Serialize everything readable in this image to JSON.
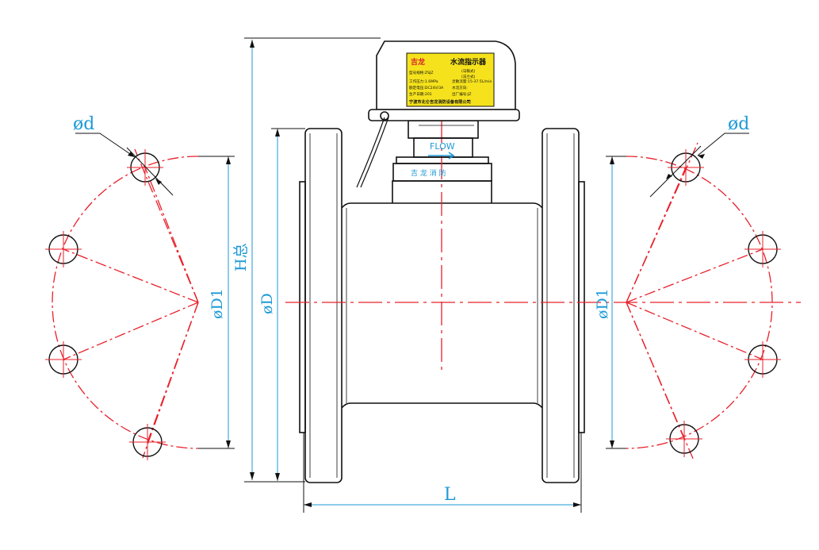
{
  "diagram": {
    "labels": {
      "bolt_dia_left": "ød",
      "bolt_dia_right": "ød",
      "overall_height": "H总",
      "flange_dia": "øD",
      "bolt_circle_left": "øD1",
      "bolt_circle_right": "øD1",
      "length": "L"
    },
    "flow_label": "FLOW",
    "body_band_text": "吉 龙 消 防",
    "nameplate": {
      "logo": "吉龙",
      "title": "水流指示器",
      "lines": [
        "型号规格:ZSJZ",
        "工作压力:1.6MPa",
        "额定电压:DC24V/3A",
        "生产日期:201",
        "宁波市北仑吉龙消防设备有限公司"
      ],
      "right_lines": [
        "(马鞍式)",
        "(法兰式)",
        "灵敏流量:15-37.5L/min",
        "水流方向:",
        "出厂编号:JZ"
      ]
    },
    "colors": {
      "outline": "#111111",
      "center_line": "#e8202a",
      "dimension": "#1e9ad6",
      "plate": "#f5e21c",
      "logo": "#d8262b"
    }
  }
}
